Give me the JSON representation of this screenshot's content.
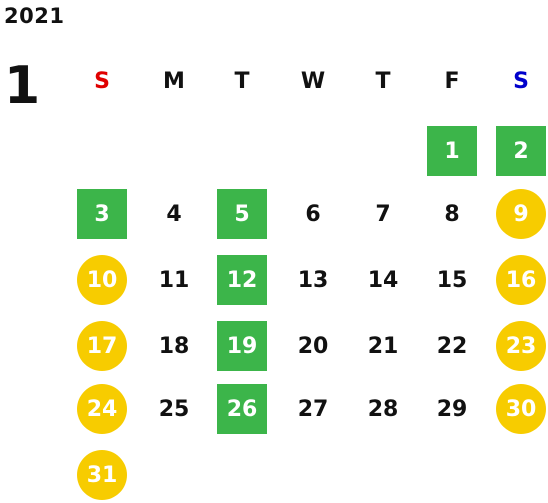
{
  "calendar": {
    "year": "2021",
    "month": "1",
    "weekdays": [
      {
        "label": "S",
        "color": "#e00000"
      },
      {
        "label": "M",
        "color": "#111111"
      },
      {
        "label": "T",
        "color": "#111111"
      },
      {
        "label": "W",
        "color": "#111111"
      },
      {
        "label": "T",
        "color": "#111111"
      },
      {
        "label": "F",
        "color": "#111111"
      },
      {
        "label": "S",
        "color": "#0000cc"
      }
    ],
    "colors": {
      "green": "#3cb54a",
      "yellow": "#f7cc00"
    },
    "days": [
      {
        "day": "1",
        "style": "green"
      },
      {
        "day": "2",
        "style": "green"
      },
      {
        "day": "3",
        "style": "green"
      },
      {
        "day": "4",
        "style": "none"
      },
      {
        "day": "5",
        "style": "green"
      },
      {
        "day": "6",
        "style": "none"
      },
      {
        "day": "7",
        "style": "none"
      },
      {
        "day": "8",
        "style": "none"
      },
      {
        "day": "9",
        "style": "yellow"
      },
      {
        "day": "10",
        "style": "yellow"
      },
      {
        "day": "11",
        "style": "none"
      },
      {
        "day": "12",
        "style": "green"
      },
      {
        "day": "13",
        "style": "none"
      },
      {
        "day": "14",
        "style": "none"
      },
      {
        "day": "15",
        "style": "none"
      },
      {
        "day": "16",
        "style": "yellow"
      },
      {
        "day": "17",
        "style": "yellow"
      },
      {
        "day": "18",
        "style": "none"
      },
      {
        "day": "19",
        "style": "green"
      },
      {
        "day": "20",
        "style": "none"
      },
      {
        "day": "21",
        "style": "none"
      },
      {
        "day": "22",
        "style": "none"
      },
      {
        "day": "23",
        "style": "yellow"
      },
      {
        "day": "24",
        "style": "yellow"
      },
      {
        "day": "25",
        "style": "none"
      },
      {
        "day": "26",
        "style": "green"
      },
      {
        "day": "27",
        "style": "none"
      },
      {
        "day": "28",
        "style": "none"
      },
      {
        "day": "29",
        "style": "none"
      },
      {
        "day": "30",
        "style": "yellow"
      },
      {
        "day": "31",
        "style": "yellow"
      }
    ]
  }
}
